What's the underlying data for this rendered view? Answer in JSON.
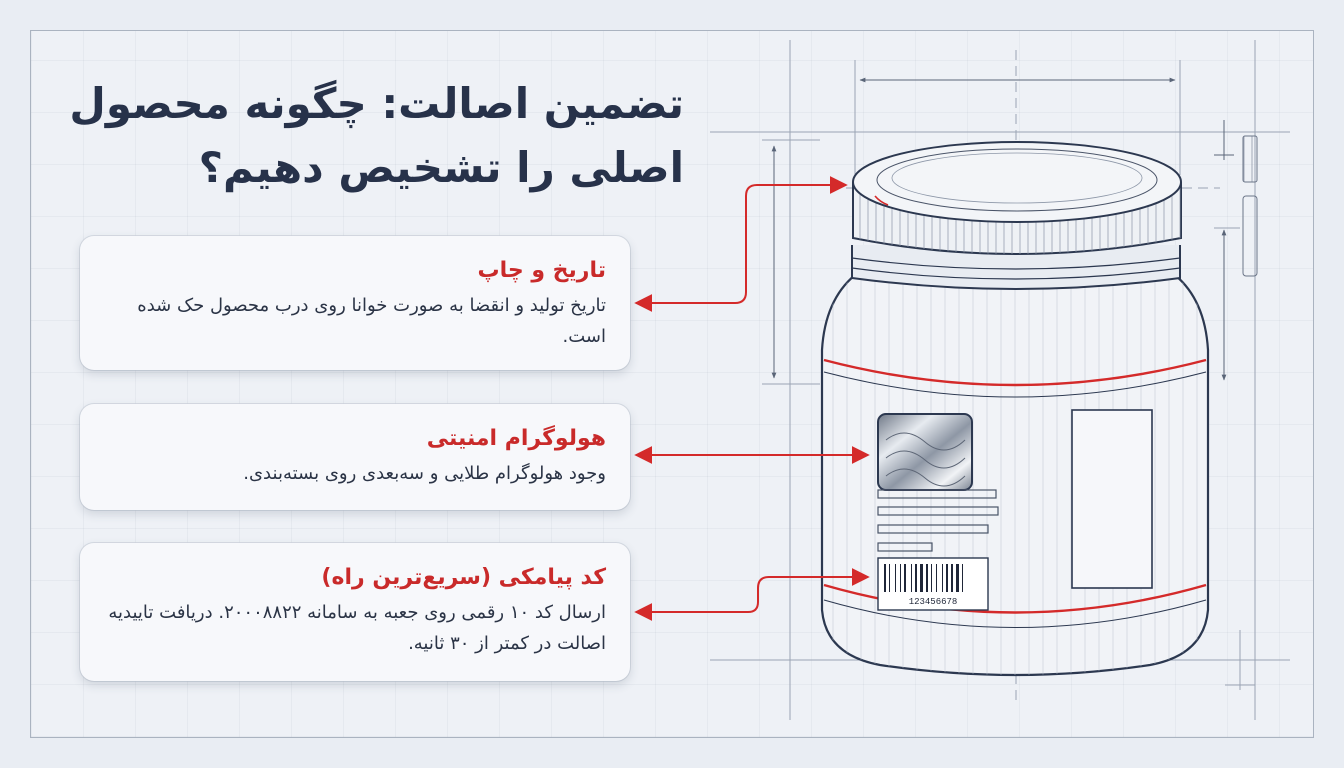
{
  "title": "تضمین اصالت: چگونه محصول اصلی را تشخیص دهیم؟",
  "cards": [
    {
      "heading": "تاریخ و چاپ",
      "body": "تاریخ تولید و انقضا به صورت خوانا روی درب محصول حک شده است."
    },
    {
      "heading": "هولوگرام امنیتی",
      "body": "وجود هولوگرام طلایی و سه‌بعدی روی بسته‌بندی."
    },
    {
      "heading": "کد پیامکی (سریع‌ترین راه)",
      "body": "ارسال کد ۱۰ رقمی روی جعبه به سامانه ۲۰۰۰۸۸۲۲. دریافت تاییدیه اصالت در کمتر از ۳۰ ثانیه."
    }
  ],
  "barcode_number": "123456678",
  "colors": {
    "accent_red": "#d42a2a",
    "ink": "#27324a",
    "background": "#e9edf3"
  }
}
